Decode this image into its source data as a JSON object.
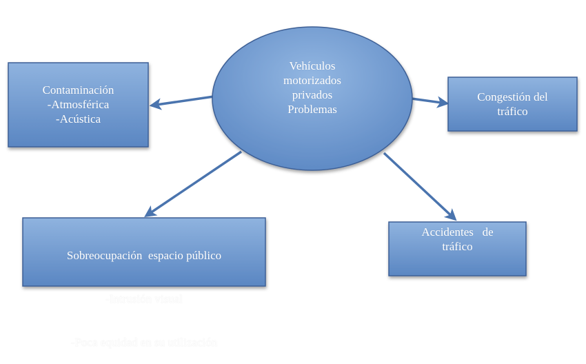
{
  "center": {
    "lines": [
      "Vehículos",
      "motorizados",
      "privados",
      "Problemas"
    ]
  },
  "boxes": {
    "contaminacion": {
      "lines": [
        "Contaminación",
        "-Atmosférica",
        "-Acústica"
      ]
    },
    "congestion": {
      "lines": [
        "Congestión del",
        "tráfico"
      ]
    },
    "sobreocupacion": {
      "lines": [
        "Sobreocupación  espacio público",
        "-Intrusión visual",
        "-Poca equidad en su utilización"
      ]
    },
    "accidentes": {
      "lines": [
        "Accidentes   de",
        "tráfico"
      ]
    }
  },
  "colors": {
    "fill_light": "#8fb3df",
    "fill_dark": "#5a86c2",
    "border": "#3d5f95",
    "arrow": "#4a74ae",
    "text": "#ffffff"
  }
}
